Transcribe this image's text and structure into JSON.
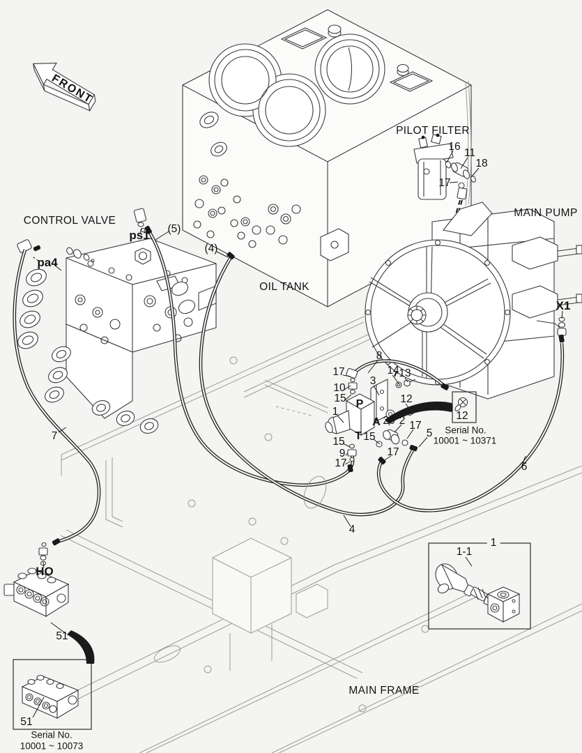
{
  "section_labels": {
    "front": "FRONT",
    "pilot_filter": "PILOT FILTER",
    "main_pump": "MAIN PUMP",
    "control_valve": "CONTROL VALVE",
    "oil_tank": "OIL TANK",
    "main_frame": "MAIN FRAME"
  },
  "port_labels": {
    "pa4": "pa4",
    "ps1": "ps1",
    "ho": "HO",
    "x1": "X1",
    "p": "P",
    "a": "A",
    "t": "T"
  },
  "callouts": [
    {
      "text": "16"
    },
    {
      "text": "11"
    },
    {
      "text": "18"
    },
    {
      "text": "17"
    },
    {
      "text": "(5)"
    },
    {
      "text": "(4)"
    },
    {
      "text": "7"
    },
    {
      "text": "8"
    },
    {
      "text": "17"
    },
    {
      "text": "14"
    },
    {
      "text": "13"
    },
    {
      "text": "10"
    },
    {
      "text": "3"
    },
    {
      "text": "15"
    },
    {
      "text": "12"
    },
    {
      "text": "1"
    },
    {
      "text": "20"
    },
    {
      "text": "2"
    },
    {
      "text": "17"
    },
    {
      "text": "15"
    },
    {
      "text": "15"
    },
    {
      "text": "9"
    },
    {
      "text": "17"
    },
    {
      "text": "17"
    },
    {
      "text": "5"
    },
    {
      "text": "6"
    },
    {
      "text": "4"
    },
    {
      "text": "51"
    }
  ],
  "insets": {
    "bolt_box": {
      "number": "12",
      "serial_title": "Serial No.",
      "serial_range": "10001 ~ 10371"
    },
    "valve_box": {
      "number": "1",
      "sub_number": "1-1"
    },
    "block_box": {
      "number": "51",
      "serial_title": "Serial No.",
      "serial_range": "10001 ~ 10073"
    }
  }
}
